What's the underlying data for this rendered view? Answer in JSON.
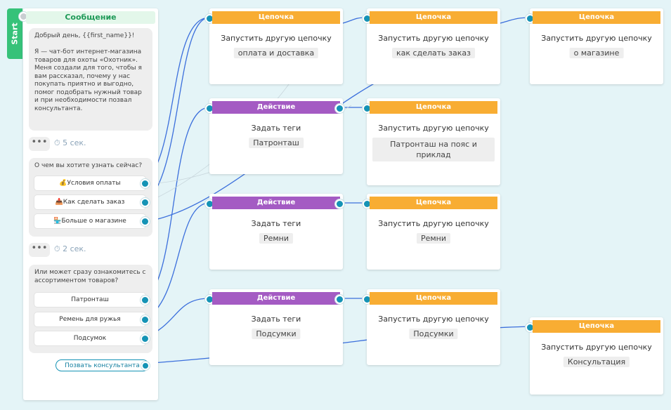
{
  "start": {
    "label": "Start"
  },
  "message": {
    "header": "Сообщение",
    "greeting": "Добрый день, {{first_name}}!\n\nЯ — чат-бот интернет-магазина товаров для охоты «Охотник». Меня создали для того, чтобы я вам рассказал, почему у нас покупать приятно и выгодно, помог подобрать нужный товар и при необходимости позвал консультанта.",
    "wait1": "5 сек.",
    "question1": "О чем вы хотите узнать сейчас?",
    "buttons1": [
      "Условия оплаты",
      "Как сделать заказ",
      "Больше о магазине"
    ],
    "wait2": "2 сек.",
    "question2": "Или может сразу ознакомитесь с ассортиментом товаров?",
    "buttons2": [
      "Патронташ",
      "Ремень для ружья",
      "Подсумок"
    ],
    "call_button": "Позвать консультанта"
  },
  "icons": {
    "coin": "coin-icon",
    "box": "box-icon",
    "shop": "shop-icon",
    "timer": "stopwatch-icon",
    "more": "more-dots-icon"
  },
  "colors": {
    "chain": "#f8ad33",
    "action": "#a45bc3",
    "connector": "#1593b5",
    "start": "#36c279",
    "wire": "#2f66d9"
  },
  "nodes": {
    "n1": {
      "header": "Цепочка",
      "title": "Запустить другую цепочку",
      "tag": "оплата и доставка"
    },
    "n2": {
      "header": "Цепочка",
      "title": "Запустить другую цепочку",
      "tag": "как сделать заказ"
    },
    "n3": {
      "header": "Цепочка",
      "title": "Запустить другую цепочку",
      "tag": "о магазине"
    },
    "n4": {
      "header": "Действие",
      "title": "Задать теги",
      "tag": "Патронташ"
    },
    "n5": {
      "header": "Цепочка",
      "title": "Запустить другую цепочку",
      "tag": "Патронташ на пояс и приклад"
    },
    "n6": {
      "header": "Действие",
      "title": "Задать теги",
      "tag": "Ремни"
    },
    "n7": {
      "header": "Цепочка",
      "title": "Запустить другую цепочку",
      "tag": "Ремни"
    },
    "n8": {
      "header": "Действие",
      "title": "Задать теги",
      "tag": "Подсумки"
    },
    "n9": {
      "header": "Цепочка",
      "title": "Запустить другую цепочку",
      "tag": "Подсумки"
    },
    "n10": {
      "header": "Цепочка",
      "title": "Запустить другую цепочку",
      "tag": "Консультация"
    }
  }
}
